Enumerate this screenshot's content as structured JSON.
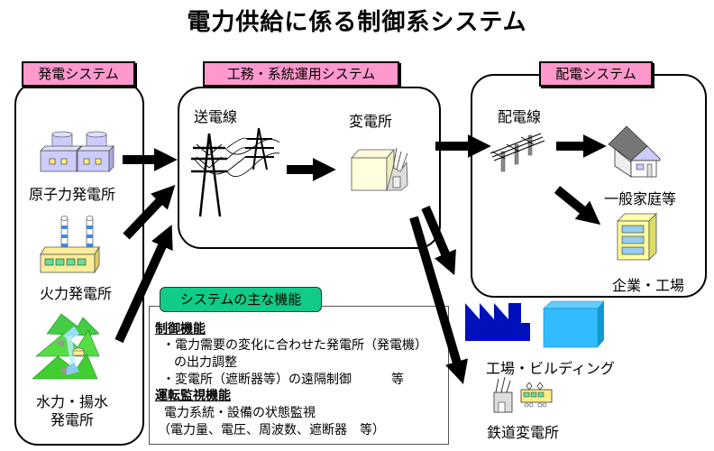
{
  "title": "電力供給に係る制御系システム",
  "panels": {
    "generation": {
      "tag": "発電システム",
      "items": [
        {
          "label": "原子力発電所",
          "icon": "nuclear-plant-icon"
        },
        {
          "label": "火力発電所",
          "icon": "thermal-plant-icon"
        },
        {
          "label_line1": "水力・揚水",
          "label_line2": "発電所",
          "icon": "hydro-plant-icon"
        }
      ]
    },
    "operation": {
      "tag": "工務・系統運用システム",
      "items": [
        {
          "label": "送電線",
          "icon": "transmission-tower-icon"
        },
        {
          "label": "変電所",
          "icon": "substation-icon"
        }
      ]
    },
    "distribution": {
      "tag": "配電システム",
      "items": [
        {
          "label": "配電線",
          "icon": "distribution-line-icon"
        },
        {
          "label": "一般家庭等",
          "icon": "house-icon"
        },
        {
          "label": "企業・工場",
          "icon": "office-building-icon"
        }
      ]
    }
  },
  "outside": {
    "factory_label": "工場・ビルディング",
    "railway_label": "鉄道変電所"
  },
  "functions": {
    "tag": "システムの主な機能",
    "control_heading": "制御機能",
    "control_item1_line1": "・電力需要の変化に合わせた発電所（発電機）",
    "control_item1_line2": "の出力調整",
    "control_item2": "・変電所（遮断器等）の遠隔制御",
    "control_item2_suffix": "等",
    "monitor_heading": "運転監視機能",
    "monitor_line1": "電力系統・設備の状態監視",
    "monitor_line2": "（電力量、電圧、周波数、遮断器　等）"
  },
  "colors": {
    "system_tag": "#ff99cc",
    "function_tag": "#11cc88",
    "arrow": "#000000"
  }
}
